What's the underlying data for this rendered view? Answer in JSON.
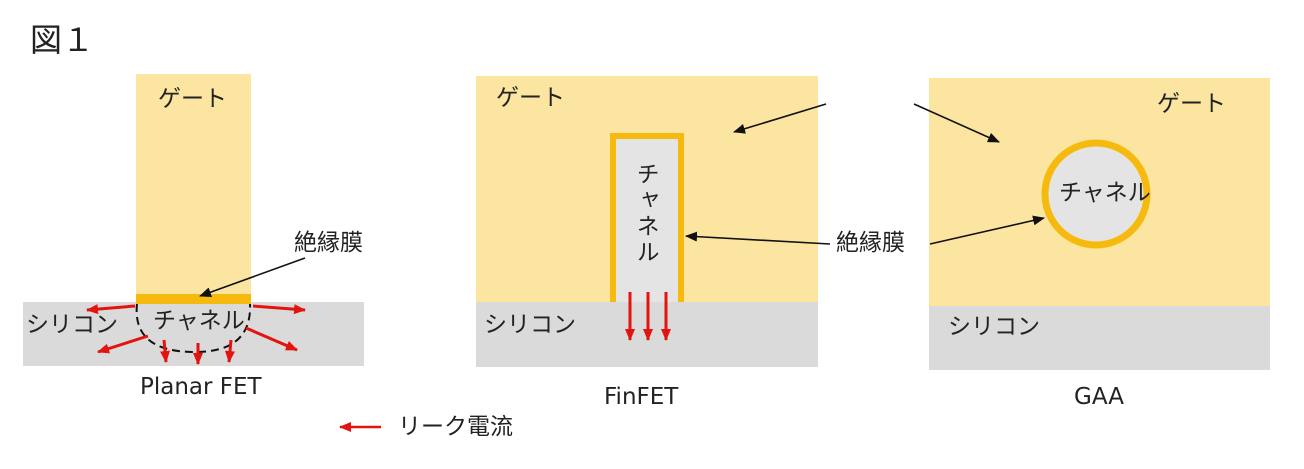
{
  "figure": {
    "title": "図１"
  },
  "colors": {
    "gate": "#FBE5A0",
    "silicon": "#DADADA",
    "insulator": "#F6BA0F",
    "channel_fill": "#E4E4E4",
    "leak": "#E3130F",
    "pointer": "#111111"
  },
  "planar": {
    "gate_label": "ゲート",
    "insulator_label": "絶縁膜",
    "silicon_label": "シリコン",
    "channel_label": "チャネル",
    "caption": "Planar FET"
  },
  "finfet": {
    "gate_label": "ゲート",
    "silicon_label": "シリコン",
    "channel_label": "チャネル",
    "caption": "FinFET"
  },
  "gaa": {
    "gate_label": "ゲート",
    "silicon_label": "シリコン",
    "channel_label": "チャネル",
    "caption": "GAA"
  },
  "shared": {
    "insulator_label": "絶縁膜"
  },
  "legend": {
    "leak_label": "リーク電流"
  }
}
